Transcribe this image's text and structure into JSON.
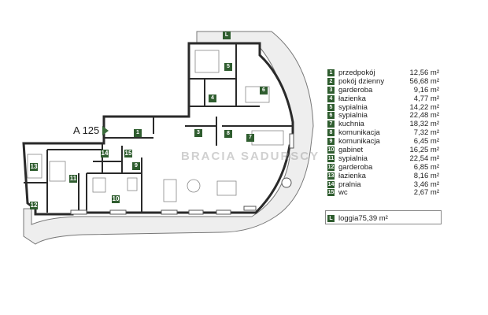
{
  "unit_label": "A 125",
  "watermark": "BRACIA SADURSCY",
  "rooms": [
    {
      "num": "1",
      "name": "przedpokój",
      "area": "12,56 m²"
    },
    {
      "num": "2",
      "name": "pokój dzienny",
      "area": "56,68 m²"
    },
    {
      "num": "3",
      "name": "garderoba",
      "area": "9,16 m²"
    },
    {
      "num": "4",
      "name": "łazienka",
      "area": "4,77 m²"
    },
    {
      "num": "5",
      "name": "sypialnia",
      "area": "14,22 m²"
    },
    {
      "num": "6",
      "name": "sypialnia",
      "area": "22,48 m²"
    },
    {
      "num": "7",
      "name": "kuchnia",
      "area": "18,32 m²"
    },
    {
      "num": "8",
      "name": "komunikacja",
      "area": "7,32 m²"
    },
    {
      "num": "9",
      "name": "komunikacja",
      "area": "6,45 m²"
    },
    {
      "num": "10",
      "name": "gabinet",
      "area": "16,25 m²"
    },
    {
      "num": "11",
      "name": "sypialnia",
      "area": "22,54 m²"
    },
    {
      "num": "12",
      "name": "garderoba",
      "area": "6,85 m²"
    },
    {
      "num": "13",
      "name": "łazienka",
      "area": "8,16 m²"
    },
    {
      "num": "14",
      "name": "pralnia",
      "area": "3,46 m²"
    },
    {
      "num": "15",
      "name": "wc",
      "area": "2,67 m²"
    }
  ],
  "loggia": {
    "num": "L",
    "name": "loggia",
    "area": "75,39 m²"
  },
  "colors": {
    "badge": "#2f5d2f",
    "wall": "#333333",
    "terrace": "#ececec"
  }
}
